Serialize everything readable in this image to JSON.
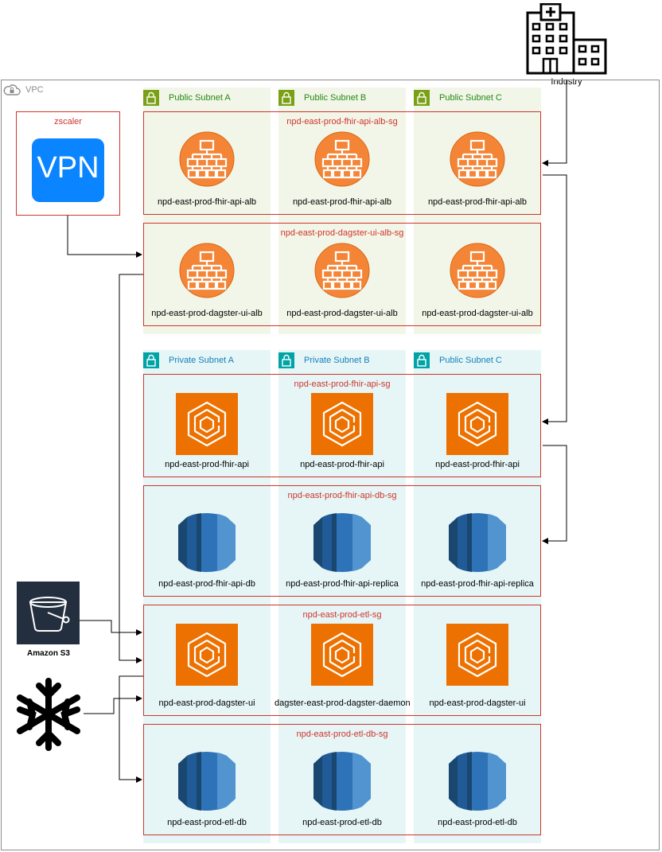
{
  "vpc": {
    "label": "VPC"
  },
  "industry": {
    "label": "Industry"
  },
  "zscaler": {
    "title": "zscaler",
    "vpn_text": "VPN"
  },
  "s3": {
    "label": "Amazon S3"
  },
  "snowflake": {
    "icon": "snowflake-icon"
  },
  "subnets": {
    "public": [
      "Public Subnet A",
      "Public Subnet B",
      "Public Subnet C"
    ],
    "private": [
      "Private Subnet A",
      "Private Subnet B",
      "Public Subnet C"
    ]
  },
  "security_groups": [
    {
      "title": "npd-east-prod-fhir-api-alb-sg",
      "icon": "load-balancer-icon",
      "nodes": [
        "npd-east-prod-fhir-api-alb",
        "npd-east-prod-fhir-api-alb",
        "npd-east-prod-fhir-api-alb"
      ]
    },
    {
      "title": "npd-east-prod-dagster-ui-alb-sg",
      "icon": "load-balancer-icon",
      "nodes": [
        "npd-east-prod-dagster-ui-alb",
        "npd-east-prod-dagster-ui-alb",
        "npd-east-prod-dagster-ui-alb"
      ]
    },
    {
      "title": "npd-east-prod-fhir-api-sg",
      "icon": "ecs-icon",
      "nodes": [
        "npd-east-prod-fhir-api",
        "npd-east-prod-fhir-api",
        "npd-east-prod-fhir-api"
      ]
    },
    {
      "title": "npd-east-prod-fhir-api-db-sg",
      "icon": "rds-icon",
      "nodes": [
        "npd-east-prod-fhir-api-db",
        "npd-east-prod-fhir-api-replica",
        "npd-east-prod-fhir-api-replica"
      ]
    },
    {
      "title": "npd-east-prod-etl-sg",
      "icon": "ecs-icon",
      "nodes": [
        "npd-east-prod-dagster-ui",
        "dagster-east-prod-dagster-daemon",
        "npd-east-prod-dagster-ui"
      ]
    },
    {
      "title": "npd-east-prod-etl-db-sg",
      "icon": "rds-icon",
      "nodes": [
        "npd-east-prod-etl-db",
        "npd-east-prod-etl-db",
        "npd-east-prod-etl-db"
      ]
    }
  ],
  "colors": {
    "orange": "#ed7100",
    "alb_orange": "#f58536",
    "rds_blue": "#2e73b8",
    "sg_red": "#d0342c",
    "subnet_public": "#f2f6e8",
    "subnet_private": "#e6f6f7"
  }
}
